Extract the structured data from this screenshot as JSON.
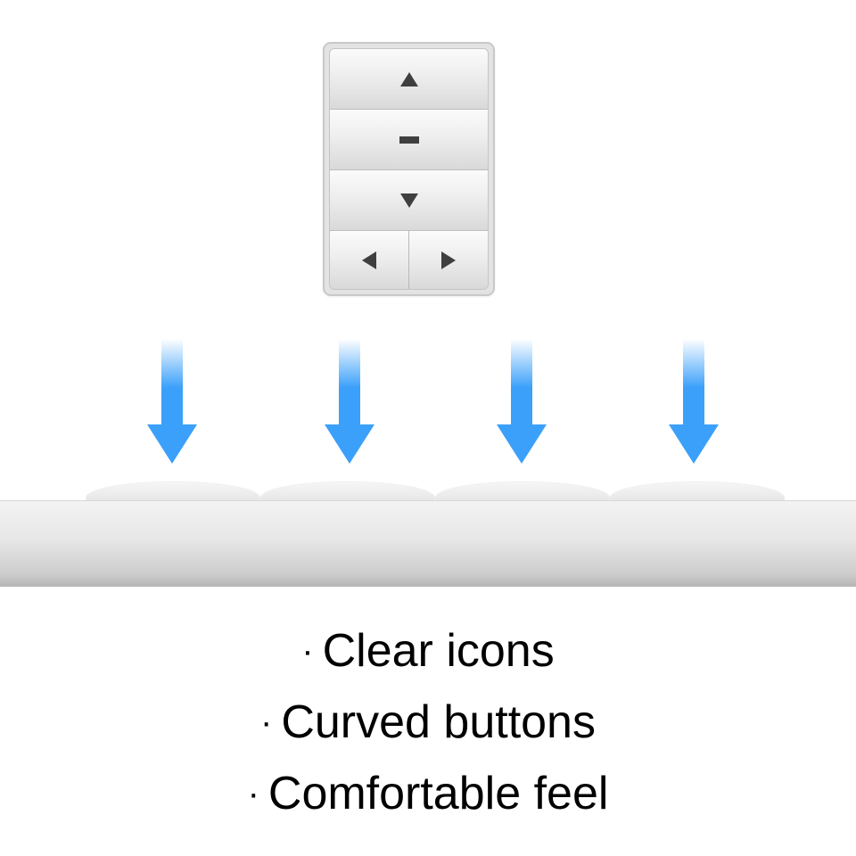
{
  "remote": {
    "keys": [
      {
        "name": "up",
        "icon": "up-triangle-icon"
      },
      {
        "name": "stop",
        "icon": "minus-icon"
      },
      {
        "name": "down",
        "icon": "down-triangle-icon"
      },
      {
        "name": "left",
        "icon": "left-triangle-icon"
      },
      {
        "name": "right",
        "icon": "right-triangle-icon"
      }
    ]
  },
  "arrows": {
    "count": 4,
    "icon": "down-arrow-icon",
    "color": "#3ba0fa"
  },
  "features": {
    "bullet": "·",
    "items": [
      "Clear icons",
      "Curved buttons",
      "Comfortable feel"
    ]
  }
}
